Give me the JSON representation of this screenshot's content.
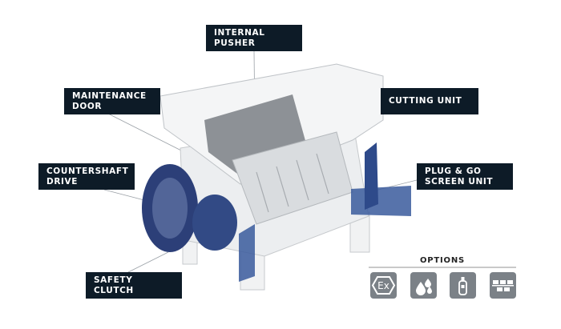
{
  "callouts": {
    "internal_pusher": [
      "INTERNAL",
      "PUSHER"
    ],
    "maintenance_door": [
      "MAINTENANCE",
      "DOOR"
    ],
    "countershaft_drive": [
      "COUNTERSHAFT",
      "DRIVE"
    ],
    "safety_clutch": [
      "SAFETY CLUTCH"
    ],
    "cutting_unit": [
      "CUTTING UNIT"
    ],
    "plug_go": [
      "PLUG & GO",
      "SCREEN UNIT"
    ]
  },
  "options": {
    "title": "OPTIONS",
    "icons": [
      "ex-explosion-proof-icon",
      "water-drops-icon",
      "fire-extinguisher-icon",
      "network-conveyor-icon"
    ],
    "icon_color": "#7b8187"
  },
  "colors": {
    "label_bg": "#0d1b27",
    "drive_blue": "#2c3f78",
    "panel_blue": "#3a5a9c"
  }
}
